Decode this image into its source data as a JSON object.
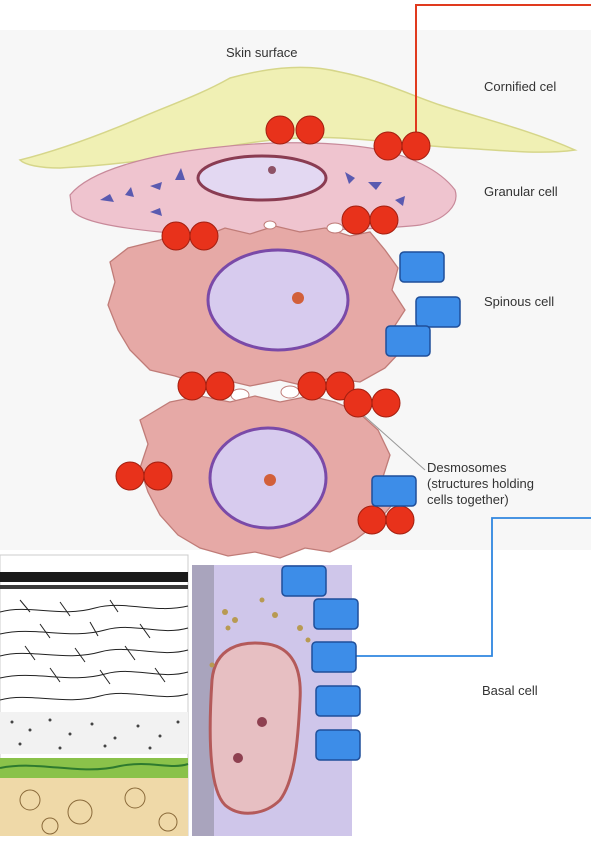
{
  "labels": {
    "skin_surface": "Skin surface",
    "cornified": "Cornified cel",
    "granular": "Granular cell",
    "spinous": "Spinous cell",
    "desmosomes_line1": "Desmosomes",
    "desmosomes_line2": "(structures holding",
    "desmosomes_line3": "cells together)",
    "basal": "Basal cell"
  },
  "colors": {
    "red_dot": "#e8321b",
    "blue_marker": "#3d8de8",
    "red_line": "#e03a1e",
    "blue_line": "#2f86e0",
    "cornified_fill": "#f0f0b4",
    "cell_fill": "#e6a9a6",
    "nucleus_fill": "#d7cbee",
    "basal_fill": "#cfc6ea"
  },
  "icons": {
    "red_marker": "double-red-dot",
    "blue_marker": "blue-rounded-square"
  }
}
